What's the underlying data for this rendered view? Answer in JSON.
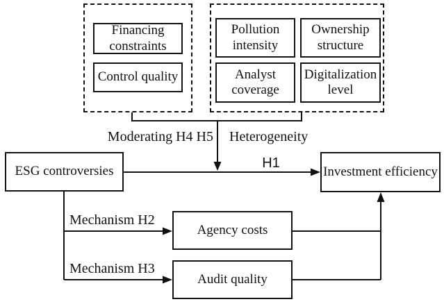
{
  "diagram": {
    "moderator_group": {
      "boxes": [
        {
          "label": "Financing constraints"
        },
        {
          "label": "Control quality"
        }
      ]
    },
    "heterogeneity_group": {
      "boxes": [
        {
          "label": "Pollution intensity"
        },
        {
          "label": "Ownership structure"
        },
        {
          "label": "Analyst coverage"
        },
        {
          "label": "Digitalization level"
        }
      ]
    },
    "nodes": {
      "esg_controversies": {
        "label": "ESG controversies"
      },
      "investment_efficiency": {
        "label": "Investment efficiency"
      },
      "agency_costs": {
        "label": "Agency costs"
      },
      "audit_quality": {
        "label": "Audit quality"
      }
    },
    "edge_labels": {
      "moderating": "Moderating H4 H5",
      "heterogeneity": "Heterogeneity",
      "h1": "H1",
      "mechanism_h2": "Mechanism H2",
      "mechanism_h3": "Mechanism H3"
    },
    "colors": {
      "stroke": "#111111",
      "background": "#ffffff"
    }
  }
}
